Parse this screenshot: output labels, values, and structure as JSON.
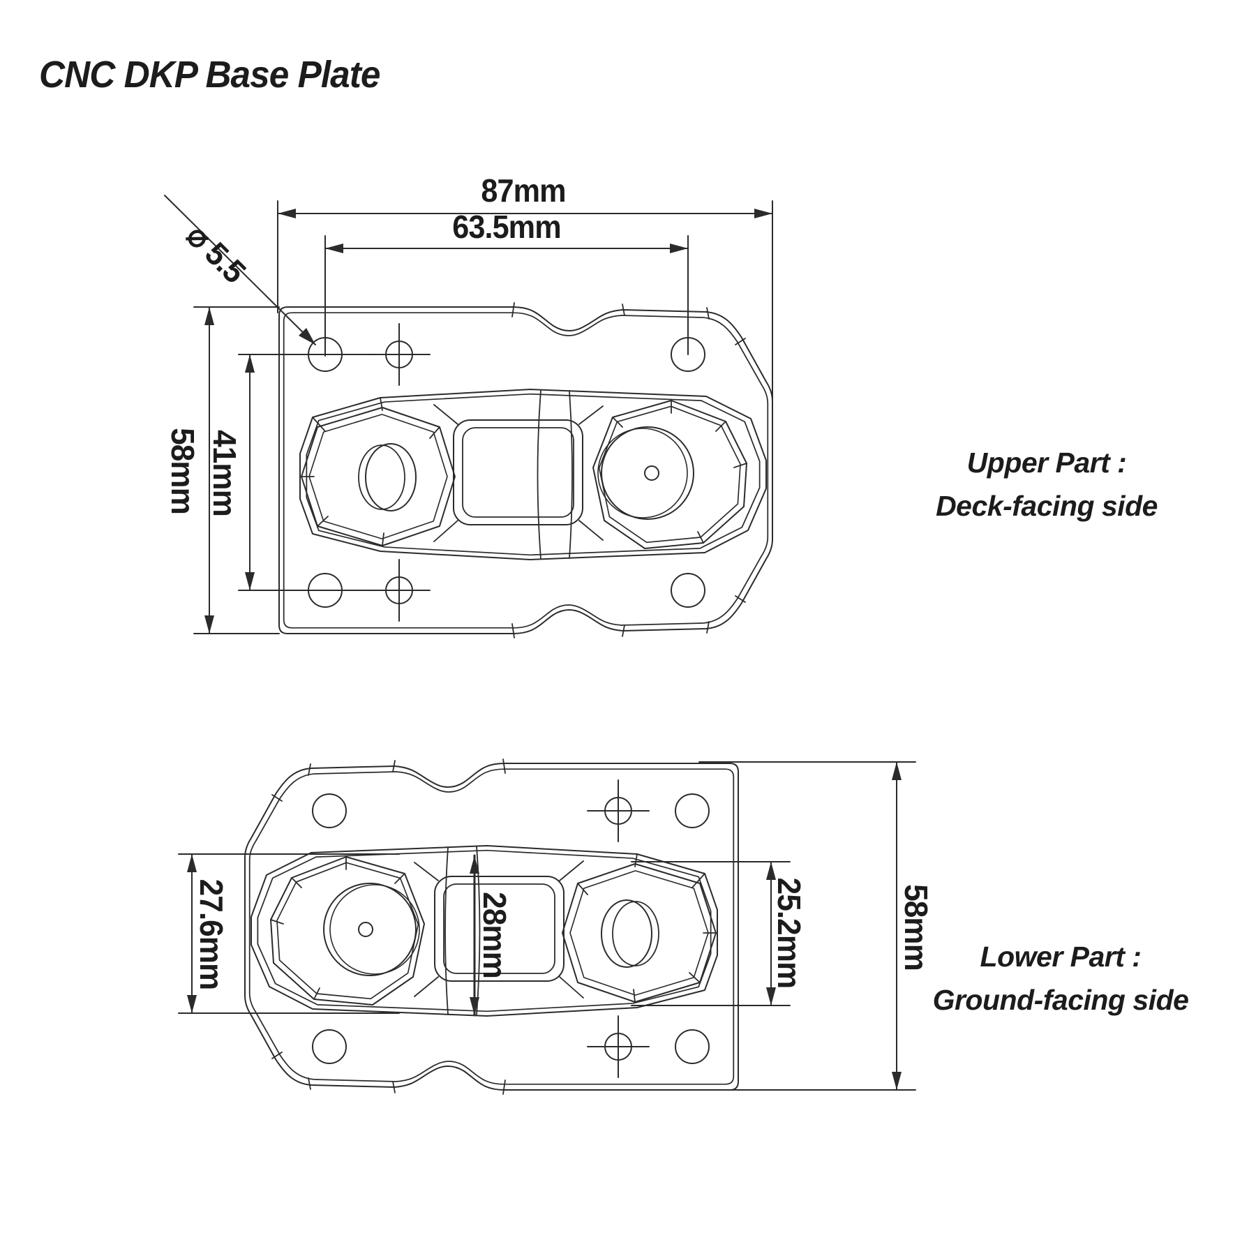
{
  "title": "CNC DKP Base Plate",
  "upper_view": {
    "label_line1": "Upper Part :",
    "label_line2": "Deck-facing side",
    "dimensions": {
      "total_width": "87mm",
      "hole_spacing_width": "63.5mm",
      "hole_diameter": "⌀ 5.5",
      "total_height": "58mm",
      "hole_row_spacing": "41mm"
    }
  },
  "lower_view": {
    "label_line1": "Lower Part :",
    "label_line2": "Ground-facing side",
    "dimensions": {
      "pad_height_left": "27.6mm",
      "pad_height_center": "28mm",
      "pad_height_right": "25.2mm",
      "total_height": "58mm"
    }
  },
  "colors": {
    "line": "#2b2b2b",
    "text": "#1c1c1c",
    "background": "#ffffff"
  }
}
